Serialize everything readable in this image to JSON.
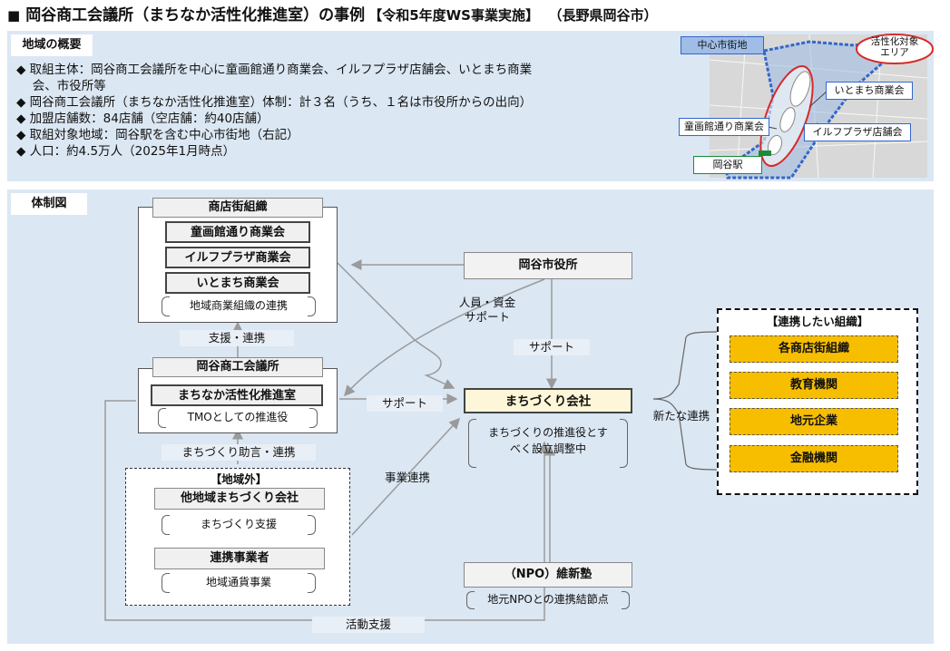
{
  "title": {
    "square": "■",
    "main": "岡谷商工会議所（まちなか活性化推進室）の事例",
    "year": "【令和5年度WS事業実施】",
    "pref": "（長野県岡谷市）"
  },
  "overview": {
    "heading": "地域の概要",
    "bullets": [
      "◆ 取組主体：岡谷商工会議所を中心に童画館通り商業会、イルフプラザ店舗会、いとまち商業",
      "　  会、市役所等",
      "◆ 岡谷商工会議所（まちなか活性化推進室）体制：計３名（うち、１名は市役所からの出向）",
      "◆ 加盟店舗数：84店舗（空店舗：約40店舗）",
      "◆ 取組対象地域：岡谷駅を含む中心市街地（右記）",
      "◆ 人口：約4.5万人（2025年1月時点）"
    ]
  },
  "map": {
    "central": "中心市街地",
    "target_l1": "活性化対象",
    "target_l2": "エリア",
    "itomachi": "いとまち商業会",
    "dogakan": "童画館通り商業会",
    "ilf": "イルフプラザ店舗会",
    "station": "岡谷駅"
  },
  "diagram": {
    "heading": "体制図",
    "shotengai_title": "商店街組織",
    "shotengai_items": [
      "童画館通り商業会",
      "イルフプラザ商業会",
      "いとまち商業会"
    ],
    "shotengai_note": "地域商業組織の連携",
    "support_link": "支援・連携",
    "cci_title": "岡谷商工会議所",
    "cci_office": "まちなか活性化推進室",
    "cci_note": "TMOとしての推進役",
    "advice": "まちづくり助言・連携",
    "outside_title": "【地域外】",
    "other_company": "他地域まちづくり会社",
    "other_note": "まちづくり支援",
    "partner": "連携事業者",
    "partner_note": "地域通貨事業",
    "city_hall": "岡谷市役所",
    "people_money_l1": "人員・資金",
    "people_money_l2": "サポート",
    "support_city": "サポート",
    "support_cci": "サポート",
    "business_link": "事業連携",
    "machizukuri": "まちづくり会社",
    "machi_note_l1": "まちづくりの推進役とす",
    "machi_note_l2": "べく設立調整中",
    "npo": "（NPO）維新塾",
    "npo_note": "地元NPOとの連携結節点",
    "activity": "活動支援",
    "new_link": "新たな連携",
    "want_title": "【連携したい組織】",
    "want_items": [
      "各商店街組織",
      "教育機関",
      "地元企業",
      "金融機関"
    ]
  },
  "colors": {
    "panel": "#dbe7f3",
    "gold": "#f7be00",
    "machi_bg": "#fdf6d8",
    "map_blue": "#3366cc",
    "ellipse_red": "#d62a2a"
  }
}
